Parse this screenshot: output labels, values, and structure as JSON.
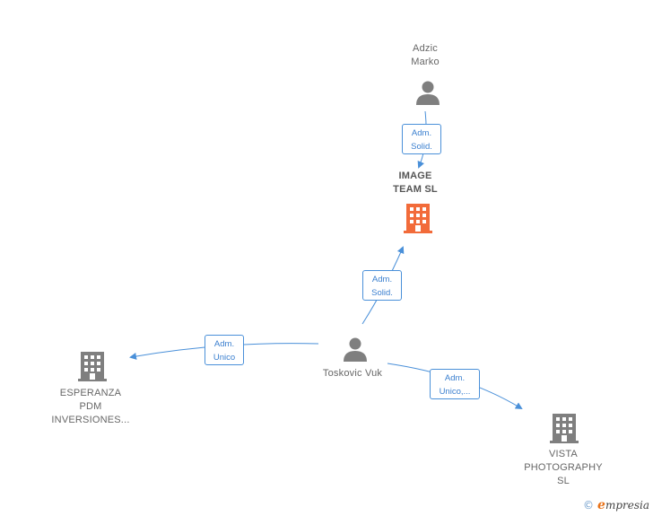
{
  "nodes": {
    "adzic": {
      "label": "Adzic\nMarko"
    },
    "image_team": {
      "label": "IMAGE\nTEAM  SL",
      "color": "#f26b3a"
    },
    "toskovic": {
      "label": "Toskovic Vuk"
    },
    "esperanza": {
      "label": "ESPERANZA\nPDM\nINVERSIONES..."
    },
    "vista": {
      "label": "VISTA\nPHOTOGRAPHY\nSL"
    }
  },
  "relations": {
    "adzic_image": "Adm.\nSolid.",
    "toskovic_image": "Adm.\nSolid.",
    "toskovic_esperanza": "Adm.\nUnico",
    "toskovic_vista": "Adm.\nUnico,..."
  },
  "colors": {
    "edge": "#4a90d9",
    "person": "#7f7f7f",
    "company": "#7f7f7f",
    "highlight": "#f26b3a"
  },
  "brand": {
    "copyright": "©",
    "name_initial": "e",
    "name_rest": "mpresia"
  }
}
